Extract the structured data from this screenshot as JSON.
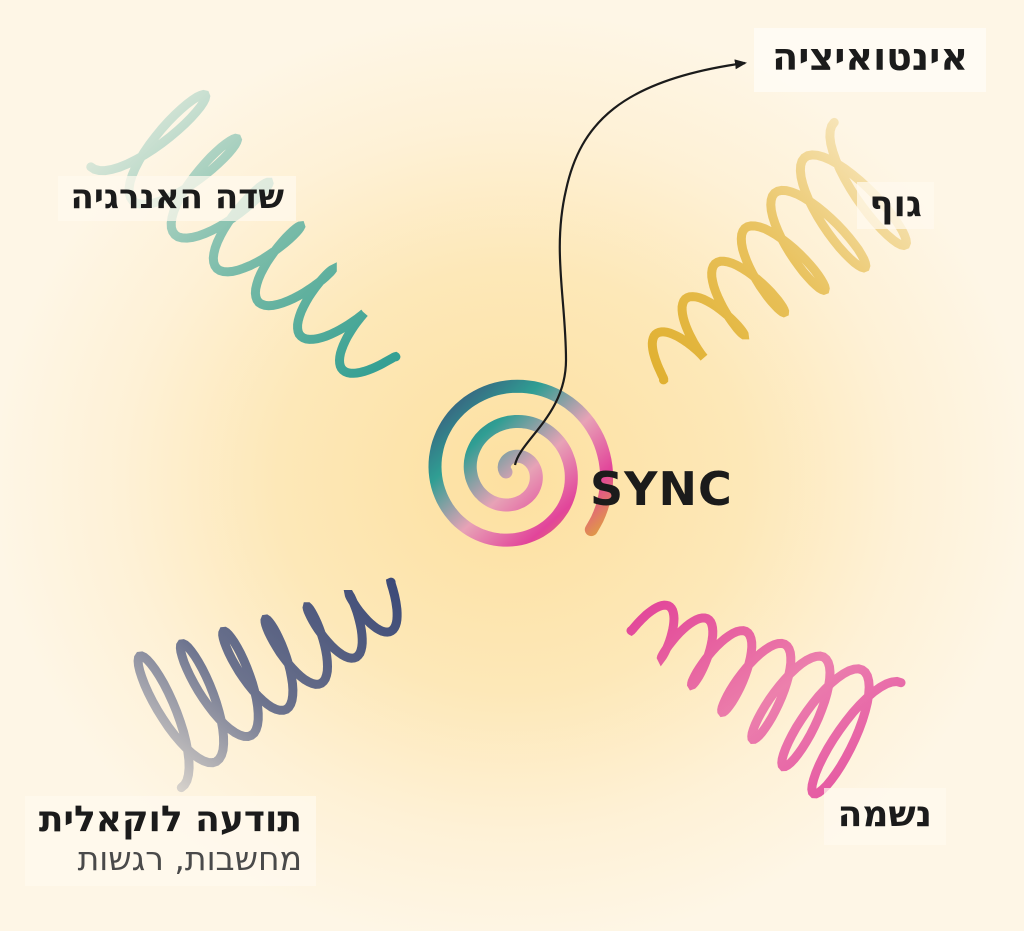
{
  "center": {
    "label": "SYNC"
  },
  "nodes": {
    "energy_field": {
      "label": "שדה האנרגיה",
      "color": "#2f9e93"
    },
    "body": {
      "label": "גוף",
      "color": "#e0b030"
    },
    "local_consciousness": {
      "label": "תודעה לוקאלית",
      "sublabel": "מחשבות, רגשות",
      "color": "#3c4a78"
    },
    "soul": {
      "label": "נשמה",
      "color": "#e2449a"
    }
  },
  "arrow_target": {
    "label": "אינטואיציה"
  },
  "colors": {
    "background_center": "#fde0a0",
    "background_edge": "#fef6e6",
    "spiral_gradient": [
      "#3c4a78",
      "#2f9e93",
      "#e7a2b6",
      "#e2449a",
      "#e0b030"
    ]
  }
}
